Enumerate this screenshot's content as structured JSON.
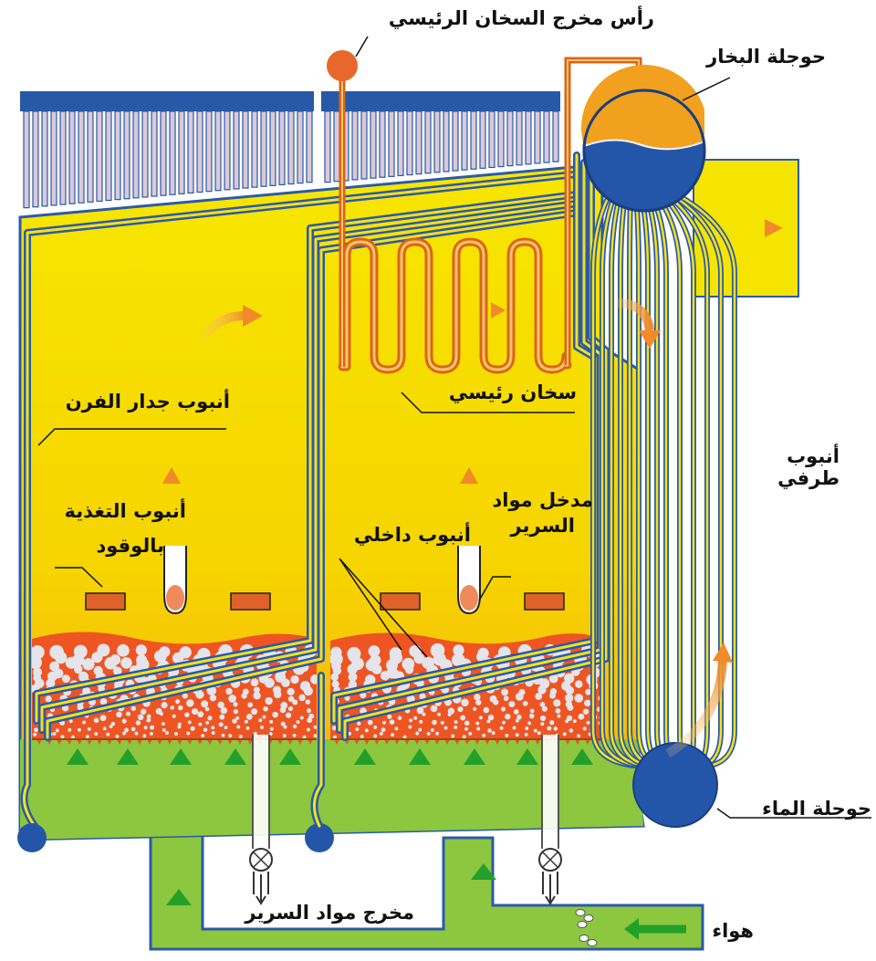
{
  "labels": {
    "main_header": "رأس مخرج السخان الرئيسي",
    "steam_drum": "حوجلة البخار",
    "furnace_wall_tube": "أنبوب جدار الفرن",
    "main_heater": "سخان رئيسي",
    "side_tube_line1": "أنبوب",
    "side_tube_line2": "طرفي",
    "bed_inlet_line1": "مدخل مواد",
    "bed_inlet_line2": "السرير",
    "fuel_feed_line1": "أنبوب التغذية",
    "fuel_feed_line2": "بالوقود",
    "inner_tube": "أنبوب داخلي",
    "water_drum": "حوجلة الماء",
    "bed_outlet": "مخرج مواد السرير",
    "air": "هواء"
  },
  "colors": {
    "furnace_top": "#f5e400",
    "furnace_bottom": "#f5b400",
    "bed": "#ee5522",
    "bubble": "#e4e4ea",
    "air_zone": "#8dc63f",
    "air_arrow": "#22a02a",
    "tube_blue": "#2a5aa8",
    "tube_yellow": "#f4e11c",
    "heater_orange": "#dc6418",
    "steam_orange": "#f2a11f",
    "drum_blue": "#2356a8",
    "fin_blue": "#2659a8",
    "fin_pink": "#dcc8d8",
    "flow_arrow": "#f29a3a"
  }
}
